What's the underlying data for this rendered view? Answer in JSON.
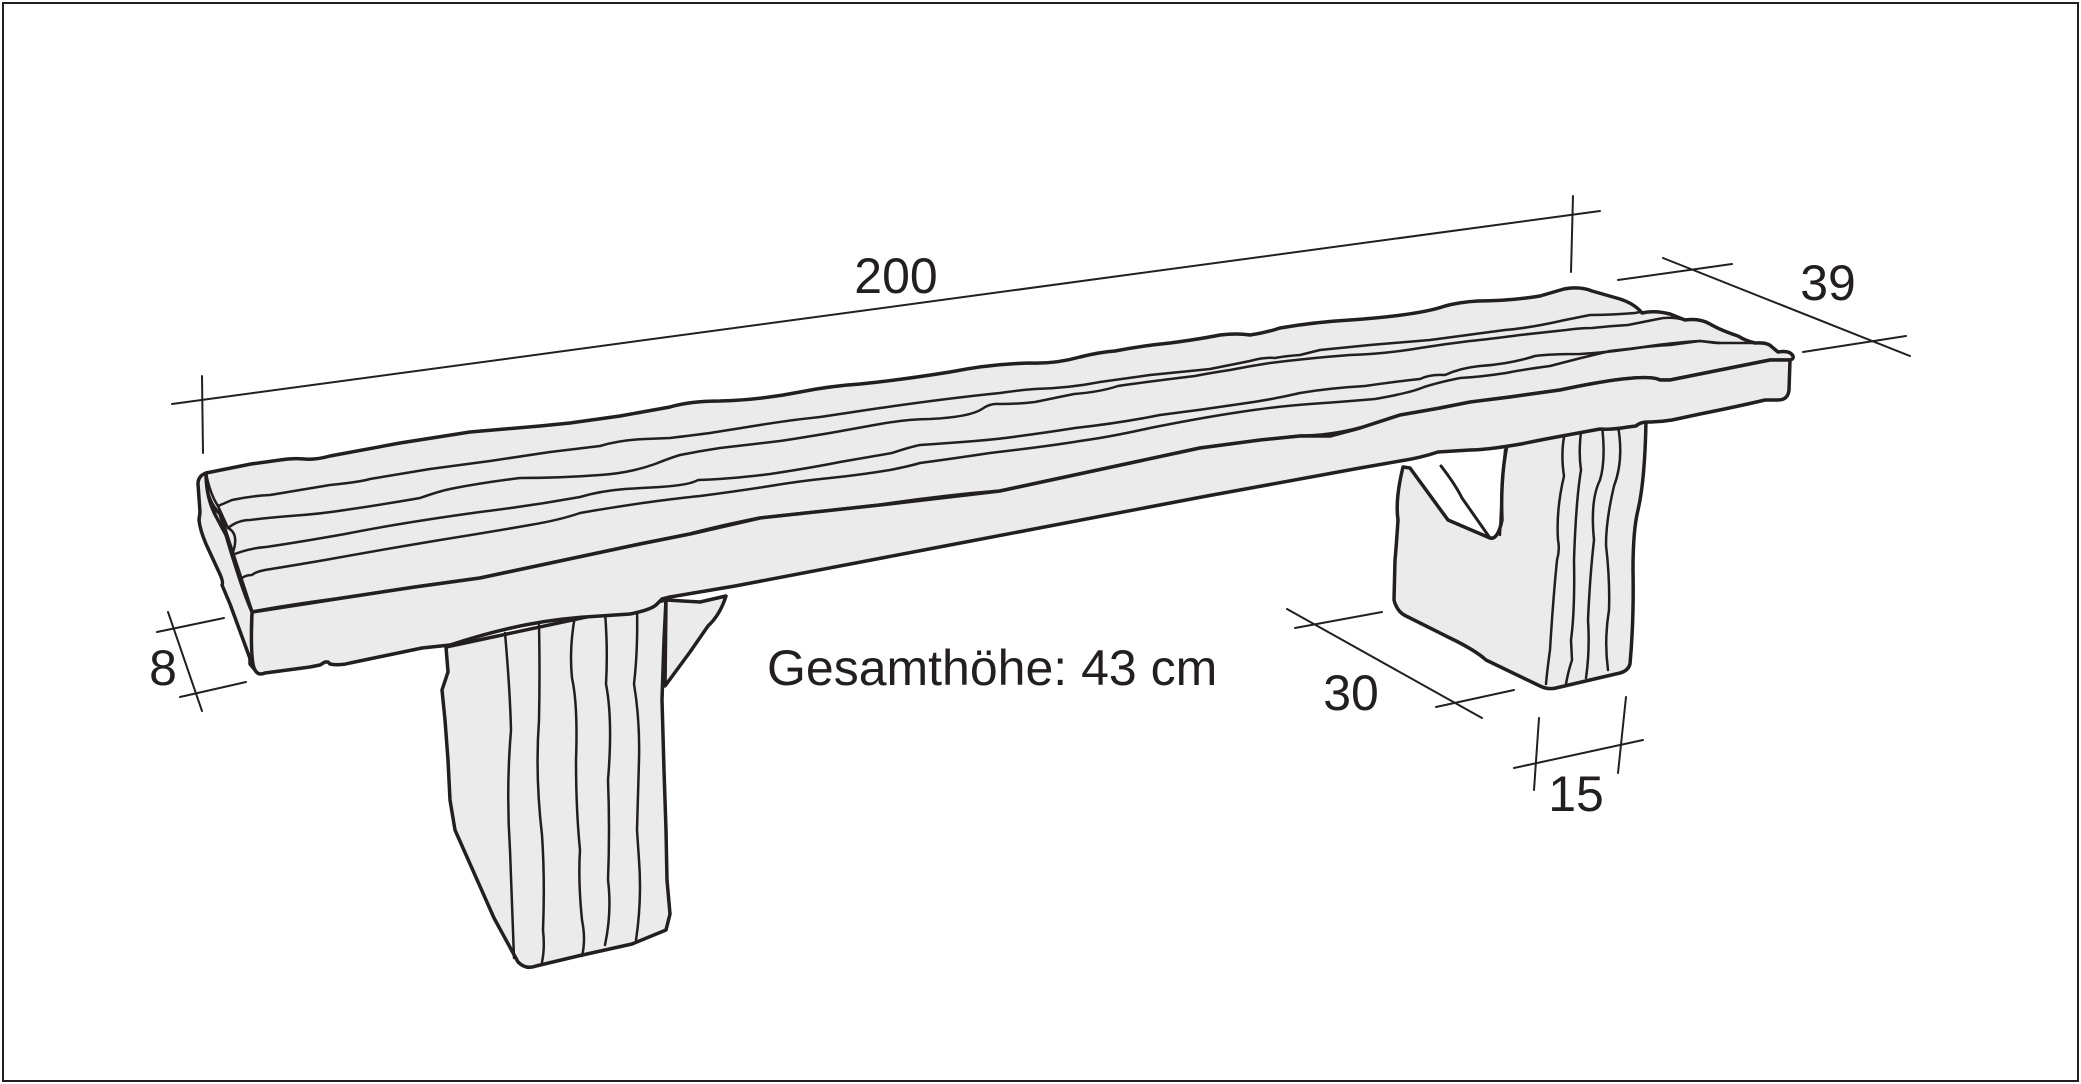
{
  "drawing": {
    "subject": "",
    "colors": {
      "line": "#231f20",
      "fill": "#ebebeb",
      "background": "#ffffff"
    },
    "dimensions": {
      "length": "200",
      "depth": "39",
      "seat_thickness": "8",
      "leg_depth": "30",
      "leg_width": "15"
    },
    "total_height_label": "Gesamthöhe: 43 cm"
  }
}
